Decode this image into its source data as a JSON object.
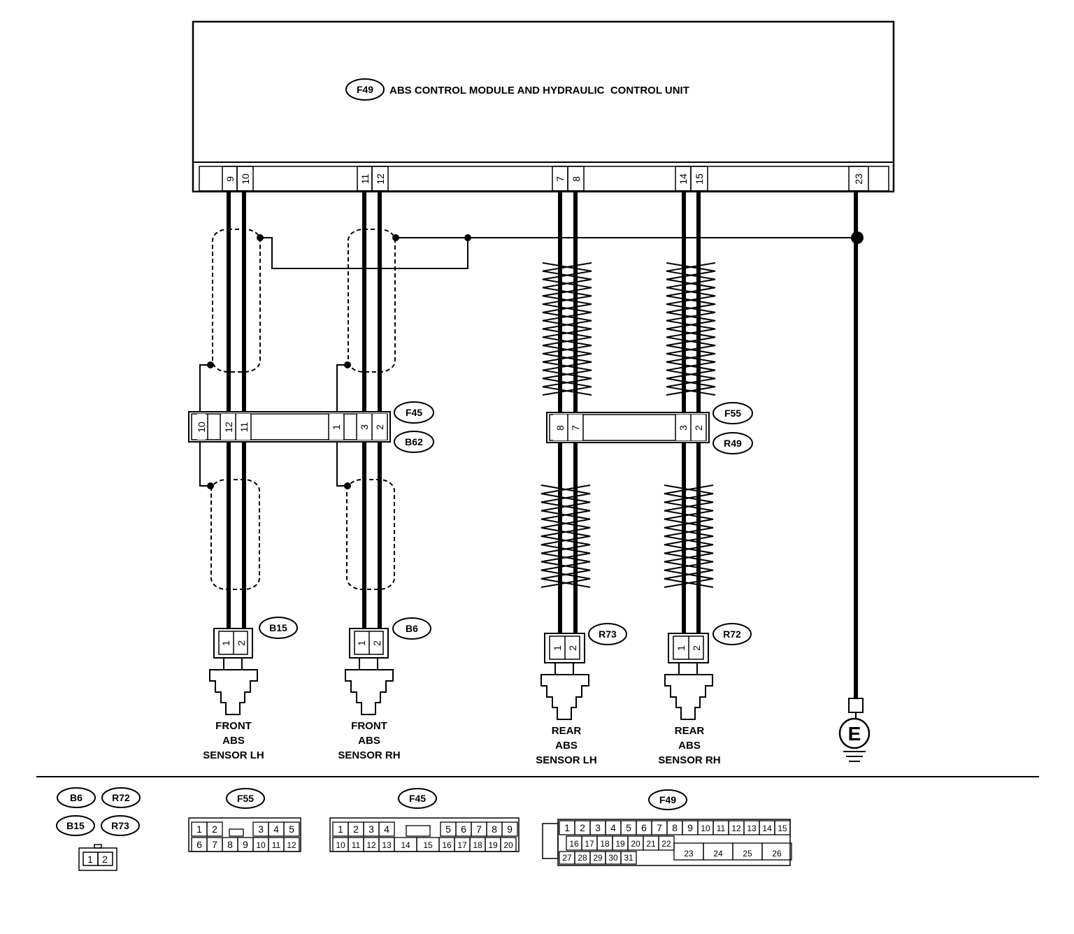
{
  "module": {
    "code": "F49",
    "title": "ABS CONTROL MODULE AND HYDRAULIC  CONTROL UNIT",
    "pins": [
      "9",
      "10",
      "11",
      "12",
      "7",
      "8",
      "14",
      "15",
      "23"
    ]
  },
  "front_connector": {
    "codes": [
      "F45",
      "B62"
    ],
    "pins": [
      "10",
      "12",
      "11",
      "1",
      "3",
      "2"
    ]
  },
  "rear_connector": {
    "codes": [
      "F55",
      "R49"
    ],
    "pins": [
      "8",
      "7",
      "3",
      "2"
    ]
  },
  "sensors": [
    {
      "code": "B15",
      "pins": [
        "1",
        "2"
      ],
      "lines": [
        "FRONT",
        "ABS",
        "SENSOR LH"
      ]
    },
    {
      "code": "B6",
      "pins": [
        "1",
        "2"
      ],
      "lines": [
        "FRONT",
        "ABS",
        "SENSOR RH"
      ]
    },
    {
      "code": "R73",
      "pins": [
        "1",
        "2"
      ],
      "lines": [
        "REAR",
        "ABS",
        "SENSOR LH"
      ]
    },
    {
      "code": "R72",
      "pins": [
        "1",
        "2"
      ],
      "lines": [
        "REAR",
        "ABS",
        "SENSOR RH"
      ]
    }
  ],
  "ground": {
    "symbol": "E"
  },
  "legend": {
    "sensor_codes": [
      "B6",
      "R72",
      "B15",
      "R73"
    ],
    "sensor_pins": [
      "1",
      "2"
    ],
    "f55": {
      "code": "F55",
      "row1": [
        "1",
        "2",
        "3",
        "4",
        "5"
      ],
      "row2": [
        "6",
        "7",
        "8",
        "9",
        "10",
        "11",
        "12"
      ]
    },
    "f45": {
      "code": "F45",
      "row1": [
        "1",
        "2",
        "3",
        "4",
        "5",
        "6",
        "7",
        "8",
        "9"
      ],
      "row2": [
        "10",
        "11",
        "12",
        "13",
        "14",
        "15",
        "16",
        "17",
        "18",
        "19",
        "20"
      ]
    },
    "f49": {
      "code": "F49",
      "row1": [
        "1",
        "2",
        "3",
        "4",
        "5",
        "6",
        "7",
        "8",
        "9",
        "10",
        "11",
        "12",
        "13",
        "14",
        "15"
      ],
      "row2": [
        "16",
        "17",
        "18",
        "19",
        "20",
        "21",
        "22"
      ],
      "row2b": [
        "23",
        "24",
        "25",
        "26"
      ],
      "row3": [
        "27",
        "28",
        "29",
        "30",
        "31"
      ]
    }
  }
}
